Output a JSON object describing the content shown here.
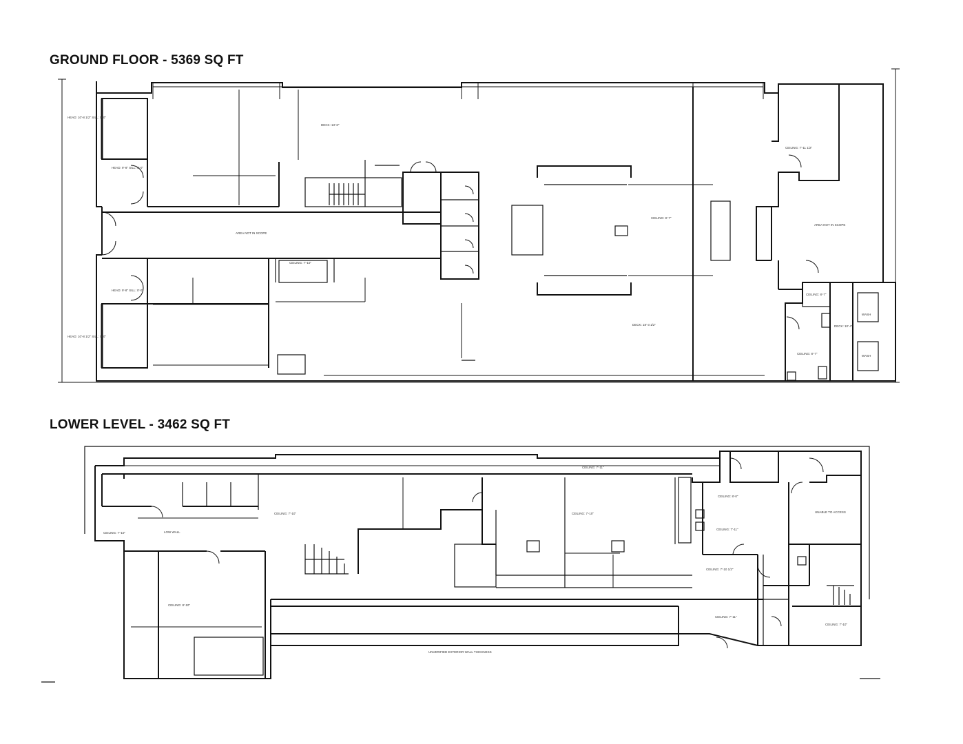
{
  "ground_floor": {
    "title": "GROUND FLOOR - 5369 SQ FT",
    "room_labels": [
      "DECK: 13'-6\"",
      "AREA NOT IN SCOPE",
      "CEILING: 8'-7\"",
      "DECK: 18'-3 1/2\"",
      "CEILING: 7'-11 1/2\"",
      "AREA NOT IN SCOPE",
      "CEILING: 8'-7\"",
      "WASH",
      "DECK: 10'-4\"",
      "WASH",
      "CEILING: 8'-7\"",
      "CEILING: 7'-10\"",
      "HEAD: 10'-8 1/2\" SILL: 0'-0\"",
      "HEAD: 9'-8\" SILL: 0'-0\"",
      "HEAD: 9'-8\" SILL: 0'-0\"",
      "HEAD: 10'-8 1/2\" SILL: 0'-0\""
    ]
  },
  "lower_level": {
    "title": "LOWER LEVEL - 3462 SQ FT",
    "room_labels": [
      "CEILING: 7'-10\"",
      "CEILING: 7'-10\"",
      "CEILING: 7'-10\"",
      "CEILING: 7'-11\"",
      "CEILING: 8'-0\"",
      "CEILING: 7'-11\"",
      "CEILING: 7'-10 1/2\"",
      "UNABLE TO ACCESS",
      "CEILING: 8'-10\"",
      "CEILING: 7'-11\"",
      "CEILING: 7'-10\"",
      "LOW WALL",
      "UNVERIFIED EXTERIOR WALL THICKNESS"
    ]
  }
}
